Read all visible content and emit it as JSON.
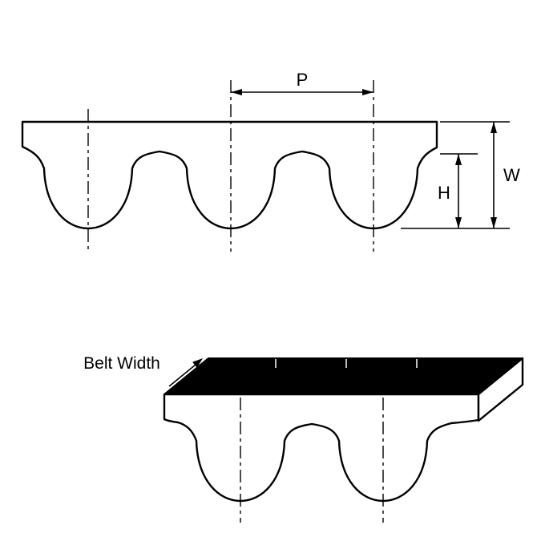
{
  "diagram": {
    "type": "timing-belt-technical-drawing",
    "profile_view": {
      "pitch_label": "P",
      "belt_thickness_label": "W",
      "tooth_height_label": "H",
      "tooth_count": 3
    },
    "iso_view": {
      "belt_width_label": "Belt Width",
      "tooth_count": 2
    },
    "colors": {
      "line": "#000000",
      "belt_fill": "#ffffff",
      "top_face": "#000000",
      "background": "#ffffff"
    }
  }
}
